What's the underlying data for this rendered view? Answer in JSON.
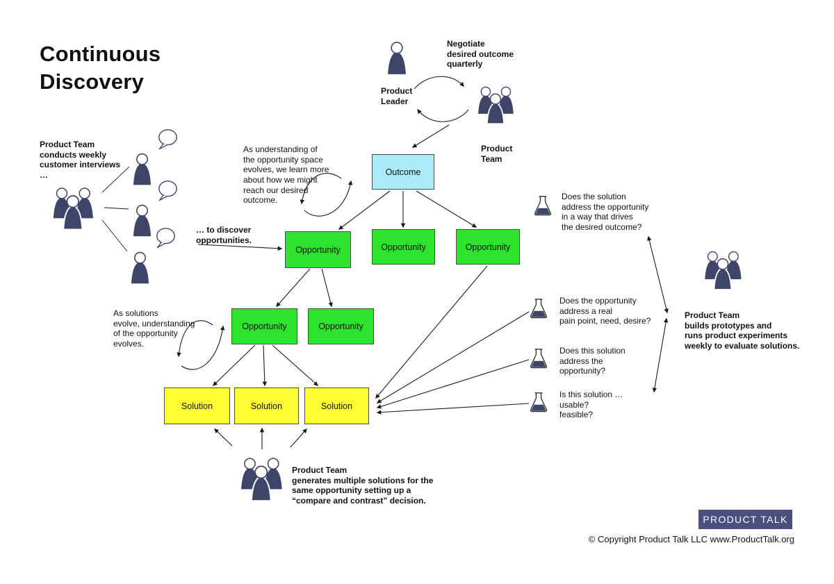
{
  "title": "Continuous\nDiscovery",
  "top": {
    "negotiate": "Negotiate\ndesired outcome\nquarterly",
    "product_leader": "Product\nLeader",
    "product_team": "Product\nTeam"
  },
  "left": {
    "interviews": "Product Team\nconducts weekly\ncustomer interviews\n…",
    "discover": "… to discover\nopportunities."
  },
  "notes": {
    "understanding": "As understanding of\nthe opportunity space\nevolves, we learn more\nabout how we might\nreach our desired\noutcome.",
    "solutions_evolve": "As solutions\nevolve, understanding\nof the opportunity\nevolves."
  },
  "tree": {
    "outcome": "Outcome",
    "opportunities_top": [
      "Opportunity",
      "Opportunity",
      "Opportunity"
    ],
    "opportunities_sub": [
      "Opportunity",
      "Opportunity"
    ],
    "solutions": [
      "Solution",
      "Solution",
      "Solution"
    ]
  },
  "experiments": {
    "q1": "Does the solution\naddress the opportunity\nin a way that drives\nthe desired outcome?",
    "q2": "Does the opportunity\naddress a real\npain point, need, desire?",
    "q3": "Does this solution\naddress the\nopportunity?",
    "q4": "Is this solution …\nusable?\nfeasible?"
  },
  "right_team": "Product Team\nbuilds prototypes and\nruns product experiments\nweekly to evaluate solutions.",
  "bottom_team": "Product Team\ngenerates multiple solutions for the\nsame opportunity setting up a\n“compare and contrast” decision.",
  "footer": {
    "badge": "PRODUCT TALK",
    "copyright": "© Copyright Product Talk LLC www.ProductTalk.org"
  },
  "colors": {
    "outcome": "#a9ecf8",
    "opportunity": "#2ee22e",
    "solution": "#fefe33",
    "figure": "#3f4469",
    "badge_bg": "#4a4f7d"
  }
}
